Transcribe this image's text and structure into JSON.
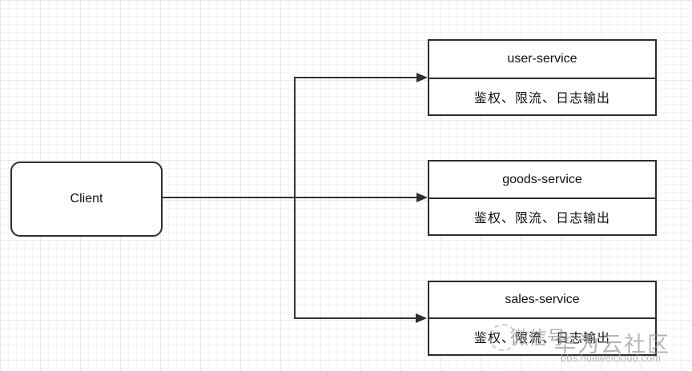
{
  "diagram": {
    "client": {
      "label": "Client"
    },
    "services": [
      {
        "name": "user-service",
        "features": "鉴权、限流、日志输出"
      },
      {
        "name": "goods-service",
        "features": "鉴权、限流、日志输出"
      },
      {
        "name": "sales-service",
        "features": "鉴权、限流、日志输出"
      }
    ],
    "colors": {
      "node_border": "#2e2e2e",
      "connector": "#333333",
      "text": "#111111",
      "watermark_gray": "#969696"
    }
  },
  "watermark": {
    "wechat_label": "微信号",
    "community": "华为云社区",
    "url": "bbs.huaweicloud.com"
  }
}
